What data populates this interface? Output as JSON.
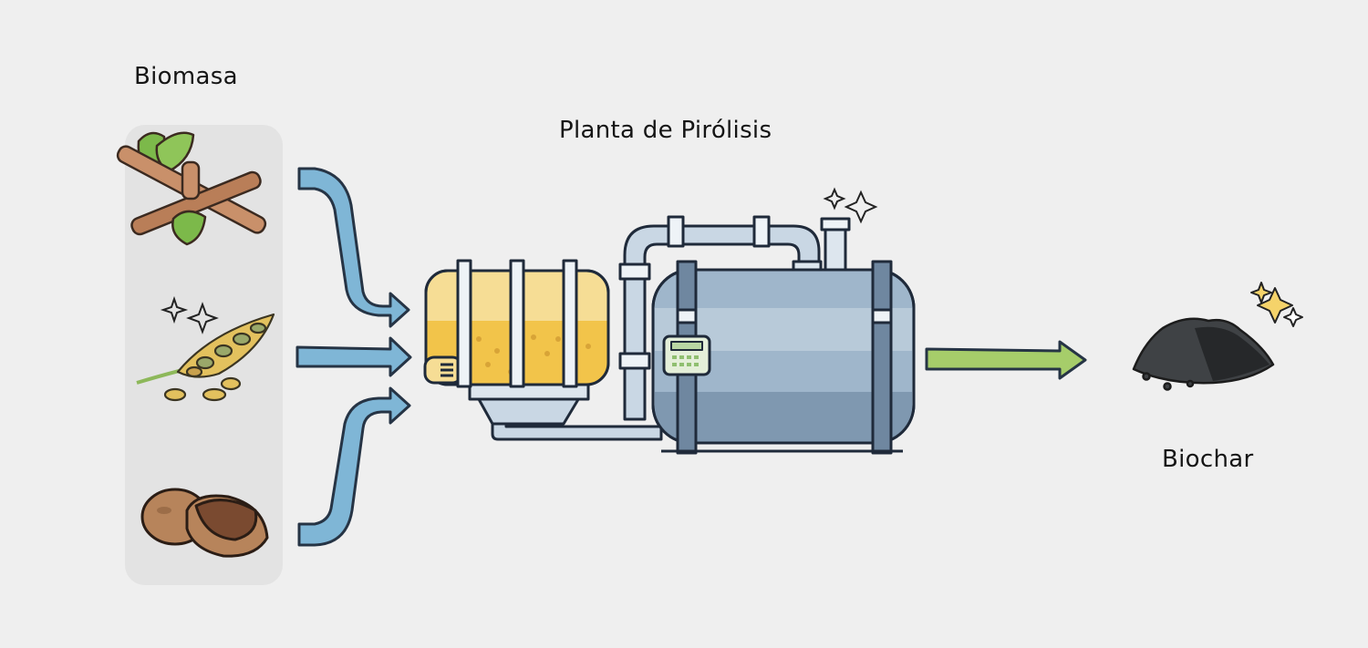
{
  "labels": {
    "biomass": "Biomasa",
    "plant": "Planta de Pirólisis",
    "output": "Biochar"
  },
  "items": {
    "inputs": [
      "wood-branch-icon",
      "wheat-grain-icon",
      "coconut-icon"
    ],
    "output": "biochar-pile-icon",
    "sparkle": "sparkle-icon"
  },
  "colors": {
    "background": "#efefef",
    "input_arrows": "#7fb6d6",
    "output_arrow": "#a6cd6a",
    "tank_body": "#8fa9c0",
    "hopper": "#f3cc5c",
    "outline": "#1f2a3a"
  }
}
